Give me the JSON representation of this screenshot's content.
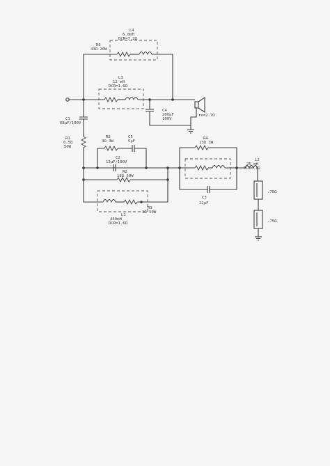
{
  "l4": {
    "name": "L4",
    "value": "6.0mH",
    "dcr": "DCR=7.2Ω"
  },
  "r6": {
    "name": "R6",
    "value": "43Ω 20W"
  },
  "l3": {
    "name": "L3",
    "value": "12 mH",
    "dcr": "DCR=1.6Ω"
  },
  "c4": {
    "name": "C4",
    "value": "200μF",
    "voltage": "100V"
  },
  "tweeter": {
    "value": "re=2.7Ω"
  },
  "c1": {
    "name": "C1",
    "value": "68μF/100V"
  },
  "r1": {
    "name": "R1",
    "value": "0.5Ω",
    "power": "50W"
  },
  "r5": {
    "name": "R5",
    "value": "3Ω 3W"
  },
  "c5": {
    "name": "C5",
    "value": "5μF"
  },
  "c2": {
    "name": "C2",
    "value": "13μF/100V"
  },
  "r2": {
    "name": "R2",
    "value": "18Ω 50W"
  },
  "r3": {
    "name": "R3",
    "value": "3Ω 50W"
  },
  "l1": {
    "name": "L1",
    "value": "450mH",
    "dcr": "DCR=1.6Ω"
  },
  "r4": {
    "name": "R4",
    "value": "13Ω 3W"
  },
  "c3": {
    "name": "C3",
    "value": "22μF"
  },
  "l2": {
    "name": "L2",
    "value": "25 mH",
    "dcr": "DCR=.1Ω"
  },
  "woofer1": {
    "value": ".75Ω"
  },
  "woofer2": {
    "value": ".75Ω"
  }
}
